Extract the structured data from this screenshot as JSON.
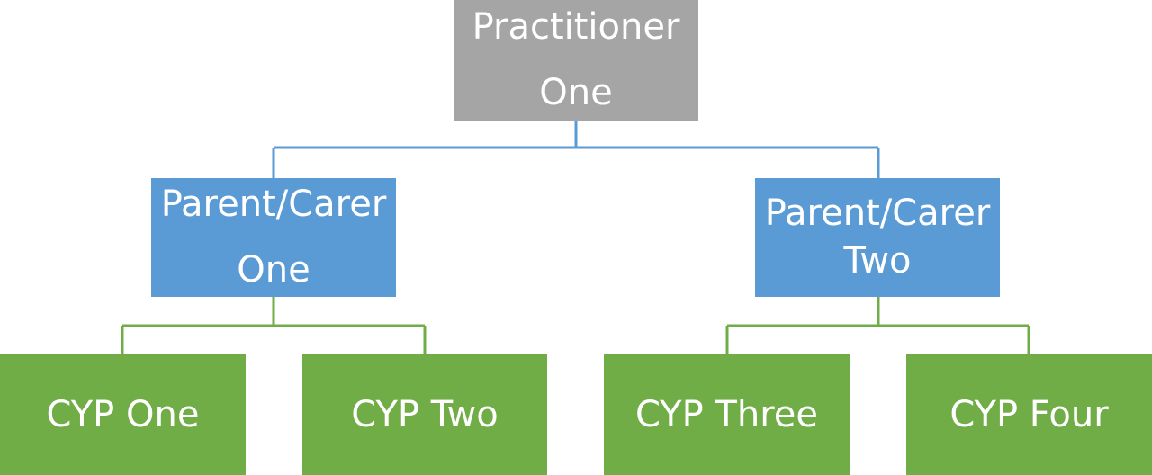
{
  "colors": {
    "root_fill": "#a5a5a5",
    "parent_fill": "#5b9bd5",
    "child_fill": "#70ad47",
    "root_connector": "#5b9bd5",
    "child_connector": "#70ad47",
    "text": "#ffffff"
  },
  "root": {
    "label": "Practitioner\nOne"
  },
  "parents": [
    {
      "label": "Parent/Carer\nOne",
      "children": [
        {
          "label": "CYP One"
        },
        {
          "label": "CYP Two"
        }
      ]
    },
    {
      "label": "Parent/Carer\nTwo",
      "children": [
        {
          "label": "CYP Three"
        },
        {
          "label": "CYP Four"
        }
      ]
    }
  ]
}
